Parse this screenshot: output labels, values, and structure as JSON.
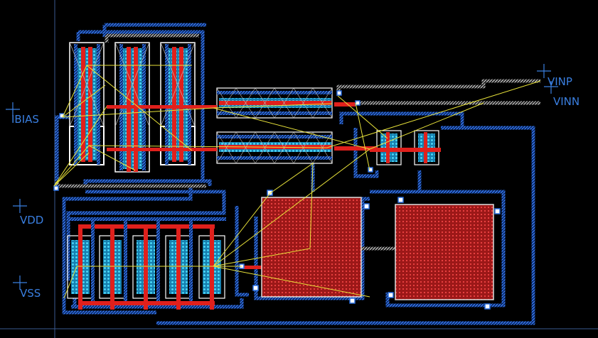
{
  "layout_view": {
    "background": "#000000",
    "colors": {
      "metal_blue": "#2a6fe0",
      "metal_white": "#d8d8d8",
      "poly_red": "#e0201c",
      "diffusion_cyan": "#22b8e6",
      "boundary_white": "#ffffff",
      "flight_line_yellow": "#e8e23a",
      "grid_line": "#3a5a90",
      "pin_label_color": "#3a7fe0"
    },
    "pins": [
      {
        "name": "vinp-pin",
        "label": "VINP"
      },
      {
        "name": "vinn-pin",
        "label": "VINN"
      },
      {
        "name": "ibias-pin",
        "label": "IBIAS"
      },
      {
        "name": "vdd-pin",
        "label": "VDD"
      },
      {
        "name": "vss-pin",
        "label": "VSS"
      }
    ]
  }
}
